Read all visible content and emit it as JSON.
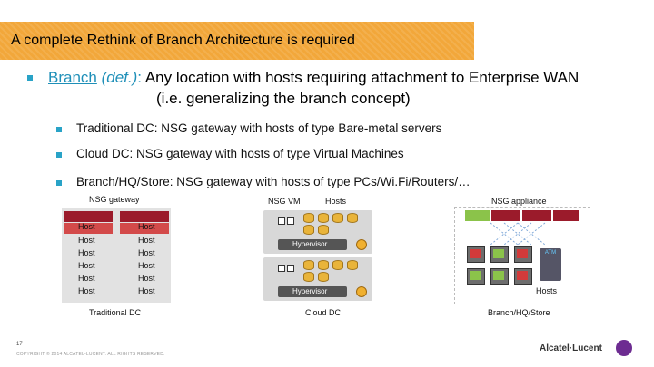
{
  "title": "A complete Rethink of Branch Architecture is required",
  "bullet_main": {
    "term": "Branch",
    "def": "(def.)",
    "colon": ":",
    "text": " Any location with hosts requiring attachment to Enterprise WAN",
    "text2": "(i.e. generalizing the branch concept)"
  },
  "bullets": [
    "Traditional DC: NSG gateway with hosts of type Bare-metal servers",
    "Cloud DC: NSG gateway with hosts of type Virtual Machines",
    "Branch/HQ/Store: NSG gateway with hosts of type PCs/Wi.Fi/Routers/…"
  ],
  "diagram": {
    "nsg_gateway": "NSG gateway",
    "nsg_vm": "NSG VM",
    "hosts_label": "Hosts",
    "nsg_appliance": "NSG appliance",
    "host_word": "Host",
    "hypervisor": "Hypervisor",
    "atm": "ATM",
    "branch_hosts": "Hosts",
    "caption_traditional": "Traditional DC",
    "caption_cloud": "Cloud DC",
    "caption_branch": "Branch/HQ/Store"
  },
  "footer": {
    "page": "17",
    "copyright": "COPYRIGHT © 2014 ALCATEL-LUCENT. ALL RIGHTS RESERVED.",
    "logo": "Alcatel·Lucent"
  },
  "colors": {
    "banner": "#f2a73a",
    "bullet": "#29a3c7",
    "crimson": "#9b1b2b"
  },
  "icons": [
    "gear-icon",
    "database-icon",
    "pc-icon",
    "atm-icon",
    "logo-icon"
  ]
}
